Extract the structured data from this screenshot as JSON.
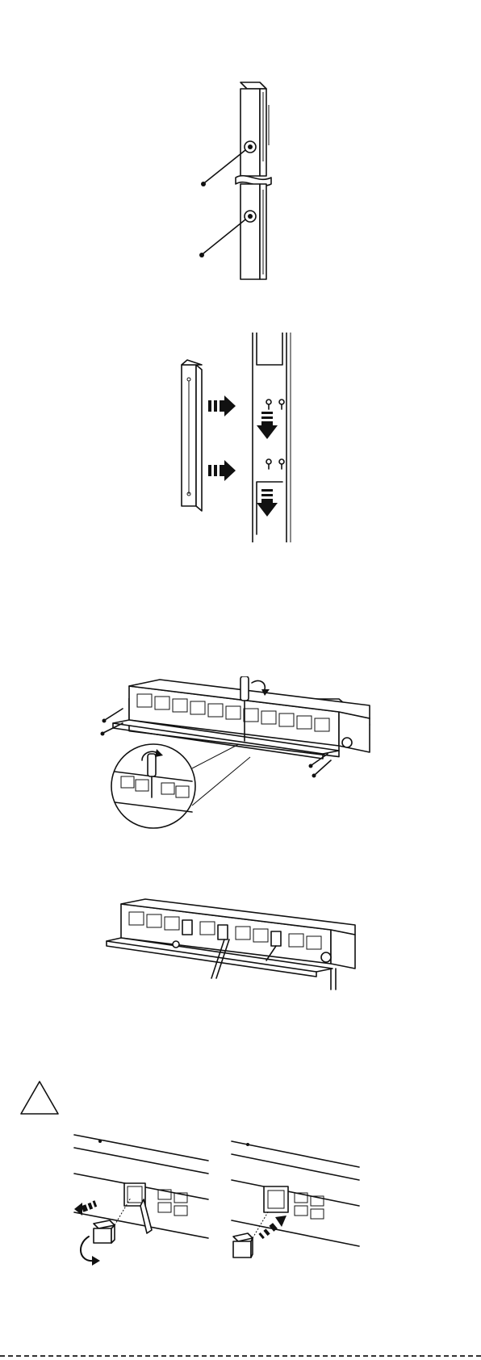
{
  "figures": [
    {
      "id": "fig-1",
      "icon": "vertical-pdu-with-mounting-screws"
    },
    {
      "id": "fig-2",
      "icon": "vertical-pdu-hung-on-rack-keyhole-arrows"
    },
    {
      "id": "fig-3",
      "icon": "horizontal-pdu-cover-screws-with-magnified-detail"
    },
    {
      "id": "fig-4",
      "icon": "horizontal-pdu-cable-retention-clips"
    },
    {
      "id": "fig-5a",
      "icon": "outlet-module-removal"
    },
    {
      "id": "fig-5b",
      "icon": "outlet-module-insertion"
    }
  ],
  "caution": {
    "icon": "caution-triangle-icon"
  },
  "colors": {
    "ink": "#111111",
    "paper": "#ffffff"
  }
}
